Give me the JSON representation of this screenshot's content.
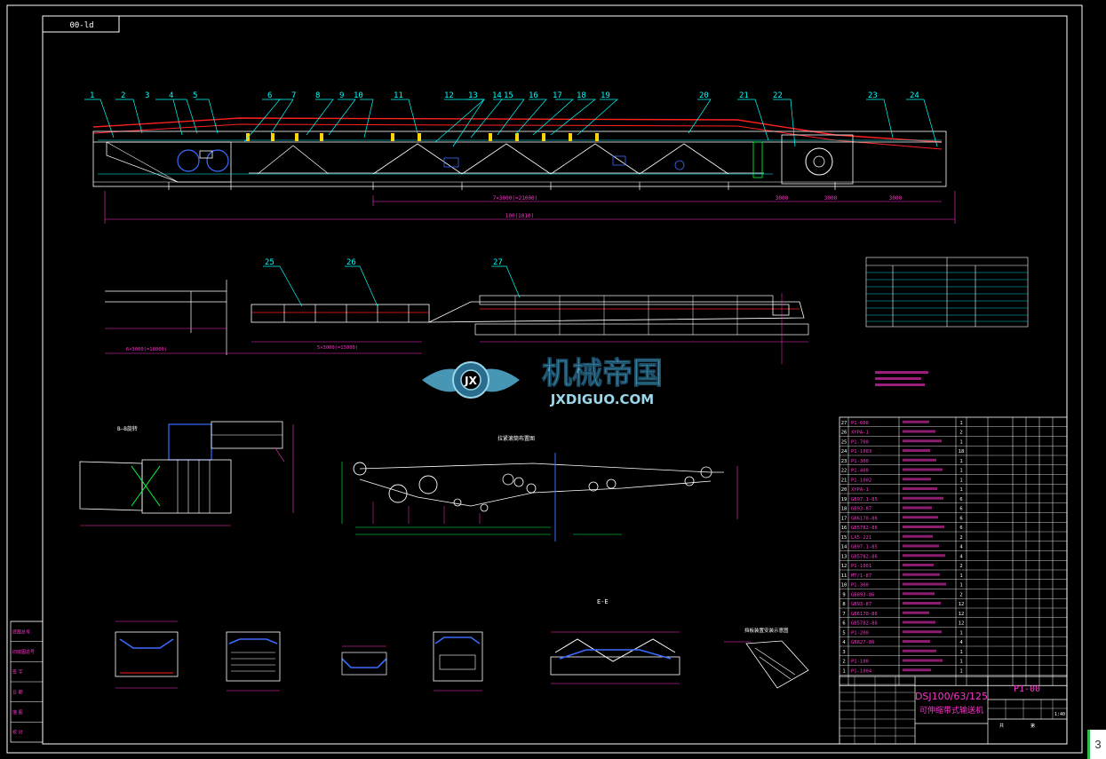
{
  "sheet": {
    "code_box": "00-ld",
    "drawing_no": "P1-00",
    "model": "DSJ100/63/125",
    "title": "可伸缩带式输送机",
    "scale": "1:40",
    "sheet_total": "共",
    "sheet_of": "第"
  },
  "view_labels": {
    "b_view": "B—B旋转",
    "layout": "拉紧滚筒布置图",
    "section_e": "E-E",
    "detail": "挡板装置安装示意图"
  },
  "callouts": [
    "1",
    "2",
    "3",
    "4",
    "5",
    "6",
    "7",
    "8",
    "9",
    "10",
    "11",
    "12",
    "13",
    "14",
    "15",
    "16",
    "17",
    "18",
    "19",
    "20",
    "21",
    "22",
    "23",
    "24",
    "25",
    "26",
    "27"
  ],
  "dimensions": {
    "total_length": "100(1010)",
    "mid_span": "7×3000(=21000)",
    "seg_a": "3000",
    "seg_b": "3000",
    "seg_c": "3000",
    "lower_a": "6×3000(=18000)",
    "lower_b": "5×3000(=15000)"
  },
  "bom": [
    {
      "no": "27",
      "code": "P1-600",
      "qty": "1"
    },
    {
      "no": "26",
      "code": "XYPA-1",
      "qty": "2"
    },
    {
      "no": "25",
      "code": "P1-700",
      "qty": "1"
    },
    {
      "no": "24",
      "code": "P1-1003",
      "qty": "18"
    },
    {
      "no": "23",
      "code": "P1-300",
      "qty": "1"
    },
    {
      "no": "22",
      "code": "P1-400",
      "qty": "1"
    },
    {
      "no": "21",
      "code": "P1-1002",
      "qty": "1"
    },
    {
      "no": "20",
      "code": "XYPA-1",
      "qty": "1"
    },
    {
      "no": "19",
      "code": "GB97.1-85",
      "qty": "6"
    },
    {
      "no": "18",
      "code": "GB93-87",
      "qty": "6"
    },
    {
      "no": "17",
      "code": "GB6170-86",
      "qty": "6"
    },
    {
      "no": "16",
      "code": "GB5782-86",
      "qty": "6"
    },
    {
      "no": "15",
      "code": "LX5-221",
      "qty": "2"
    },
    {
      "no": "14",
      "code": "GB97.1-85",
      "qty": "4"
    },
    {
      "no": "13",
      "code": "GB5782-86",
      "qty": "4"
    },
    {
      "no": "12",
      "code": "P1-1001",
      "qty": "2"
    },
    {
      "no": "11",
      "code": "MT/1-87",
      "qty": "1"
    },
    {
      "no": "10",
      "code": "P1-300",
      "qty": "1"
    },
    {
      "no": "9",
      "code": "GB893-86",
      "qty": "2"
    },
    {
      "no": "8",
      "code": "GB93-87",
      "qty": "12"
    },
    {
      "no": "7",
      "code": "GB6170-86",
      "qty": "12"
    },
    {
      "no": "6",
      "code": "GB5782-86",
      "qty": "12"
    },
    {
      "no": "5",
      "code": "P1-200",
      "qty": "1"
    },
    {
      "no": "4",
      "code": "GB827-86",
      "qty": "4"
    },
    {
      "no": "3",
      "code": "",
      "qty": "1"
    },
    {
      "no": "2",
      "code": "P1-100",
      "qty": "1"
    },
    {
      "no": "1",
      "code": "P1-1004",
      "qty": "1"
    }
  ],
  "left_stack": [
    "底图总号",
    "旧底图总号",
    "签  字",
    "日  期",
    "描  图",
    "校  对"
  ],
  "page_badge": "3"
}
